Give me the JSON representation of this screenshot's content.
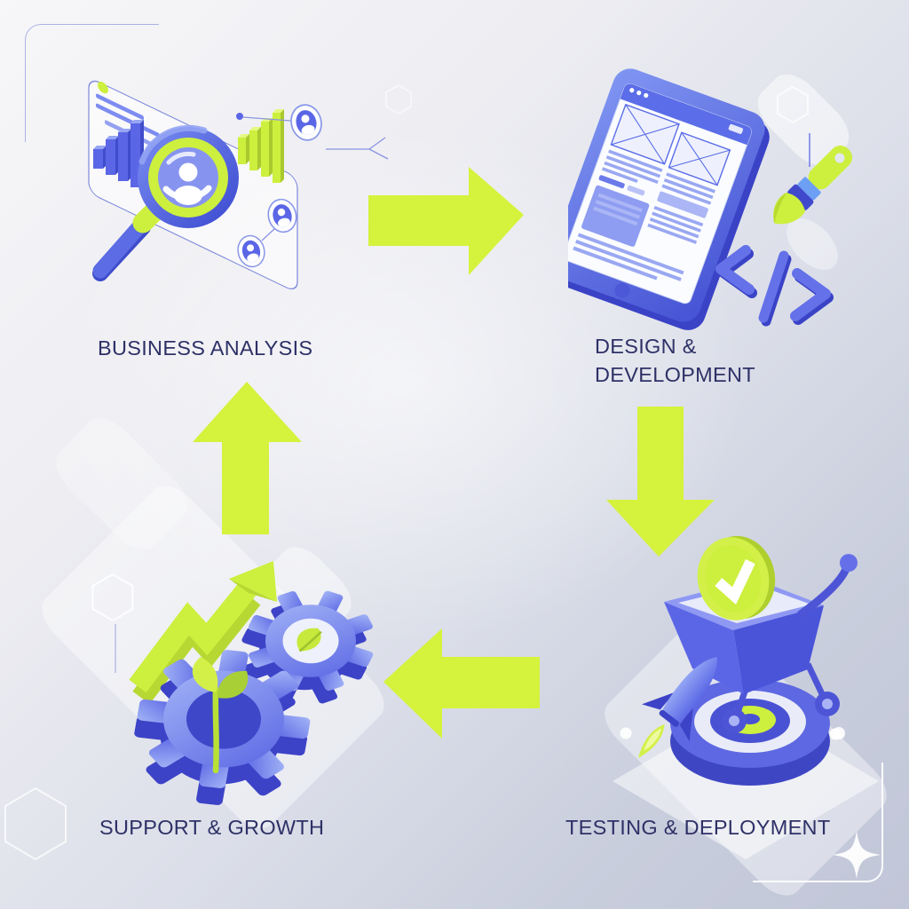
{
  "diagram": {
    "type": "process-cycle",
    "stages": {
      "business_analysis": {
        "label": "BUSINESS ANALYSIS",
        "icon": "magnifying-glass-analytics-icon",
        "position": "top-left"
      },
      "design_development": {
        "label": "DESIGN & DEVELOPMENT",
        "icon": "tablet-wireframe-code-brush-icon",
        "position": "top-right"
      },
      "testing_deployment": {
        "label": "TESTING & DEPLOYMENT",
        "icon": "cart-checkmark-rocket-target-icon",
        "position": "bottom-right"
      },
      "support_growth": {
        "label": "SUPPORT & GROWTH",
        "icon": "gears-sprout-growth-arrow-icon",
        "position": "bottom-left"
      }
    },
    "flow": [
      {
        "from": "business_analysis",
        "to": "design_development",
        "arrow": "right"
      },
      {
        "from": "design_development",
        "to": "testing_deployment",
        "arrow": "down"
      },
      {
        "from": "testing_deployment",
        "to": "support_growth",
        "arrow": "left"
      },
      {
        "from": "support_growth",
        "to": "business_analysis",
        "arrow": "up"
      }
    ],
    "colors": {
      "arrow": "#d5f23c",
      "lime": "#cdef3e",
      "blue": "#5b66e6",
      "blue_dark": "#3d43c7",
      "blue_light": "#8ca4f2",
      "label_text": "#2e3166",
      "background_top_left": "#f6f6f8",
      "background_bottom_right": "#c1c6d8"
    },
    "decorations": [
      "rounded-corner-frame-top-left",
      "rounded-corner-frame-bottom-right",
      "four-point-sparkle",
      "hexagon-outlines",
      "soft-isometric-diamonds",
      "white-dots"
    ]
  }
}
